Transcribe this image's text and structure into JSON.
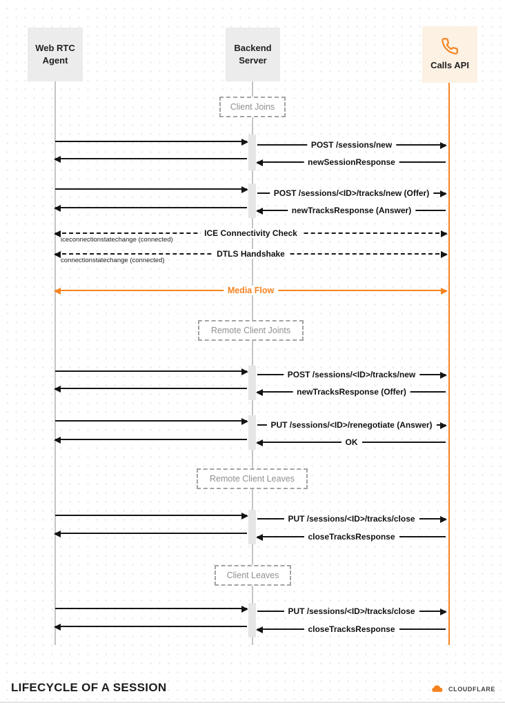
{
  "actors": {
    "webrtc": "Web RTC Agent",
    "backend": "Backend Server",
    "calls": "Calls API"
  },
  "sections": {
    "client_joins": "Client Joins",
    "remote_client_joins": "Remote Client Joints",
    "remote_client_leaves": "Remote Client Leaves",
    "client_leaves": "Client Leaves"
  },
  "messages": {
    "post_sessions_new": "POST /sessions/new",
    "new_session_response": "newSessionResponse",
    "post_tracks_new_offer": "POST /sessions/<ID>/tracks/new (Offer)",
    "new_tracks_response_answer": "newTracksResponse (Answer)",
    "ice_check": "ICE Connectivity Check",
    "ice_sub": "iceconnectionstatechange (connected)",
    "dtls": "DTLS Handshake",
    "dtls_sub": "connectionstatechange (connected)",
    "media_flow": "Media Flow",
    "post_tracks_new": "POST /sessions/<ID>/tracks/new",
    "new_tracks_response_offer": "newTracksResponse (Offer)",
    "put_renegotiate": "PUT /sessions/<ID>/renegotiate (Answer)",
    "ok": "OK",
    "put_tracks_close": "PUT /sessions/<ID>/tracks/close",
    "close_tracks_response": "closeTracksResponse"
  },
  "footer": {
    "title": "LIFECYCLE OF A SESSION",
    "brand": "CLOUDFLARE"
  },
  "icons": {
    "calls_api": "phone-icon",
    "brand": "cloudflare-cloud-icon"
  },
  "colors": {
    "accent": "#F6821F",
    "arrow": "#141414",
    "lifeline": "#C4C4C4",
    "actor_bg": "#ECECEC",
    "calls_bg": "#FCF1E3",
    "section_text": "#8F8F8F"
  }
}
